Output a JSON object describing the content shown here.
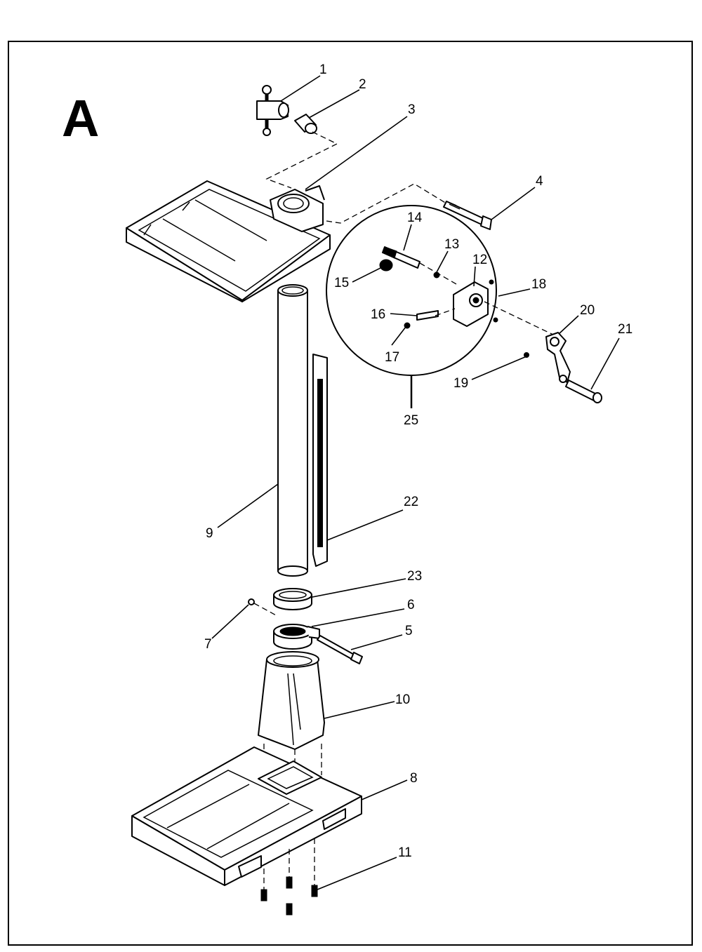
{
  "figure": {
    "letter": "A"
  },
  "callouts": {
    "c1": "1",
    "c2": "2",
    "c3": "3",
    "c4": "4",
    "c5": "5",
    "c6": "6",
    "c7": "7",
    "c8": "8",
    "c9": "9",
    "c10": "10",
    "c11": "11",
    "c12": "12",
    "c13": "13",
    "c14": "14",
    "c15": "15",
    "c16": "16",
    "c17": "17",
    "c18": "18",
    "c19": "19",
    "c20": "20",
    "c21": "21",
    "c22": "22",
    "c23": "23",
    "c25": "25"
  }
}
